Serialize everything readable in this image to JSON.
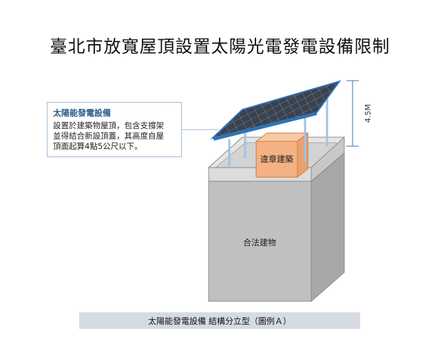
{
  "page": {
    "title": "臺北市放寬屋頂設置太陽光電發電設備限制"
  },
  "note": {
    "title": "太陽能發電設備",
    "lines": [
      "設置於建築物屋頂，包含支撐架",
      "並得結合新設頂蓋，其高度自屋",
      "頂面起算4點5公尺以下。"
    ]
  },
  "diagram": {
    "illegal_label": "違章建築",
    "building_label": "合法建物",
    "height_label": "4.5M"
  },
  "caption": {
    "text": "太陽能發電設備 結構分立型（圖例Ａ）"
  },
  "colors": {
    "building_front": "#c0c0c0",
    "building_side": "#a8a8a8",
    "roof_top": "#d9d9d9",
    "parapet": "#e6e6e6",
    "illegal_box": "#f4b183",
    "illegal_box_side": "#eaa06c",
    "panel": "#3a4250",
    "panel_frame": "#2e75b6",
    "support": "#9dc3e6",
    "leader": "#9db9d6"
  }
}
